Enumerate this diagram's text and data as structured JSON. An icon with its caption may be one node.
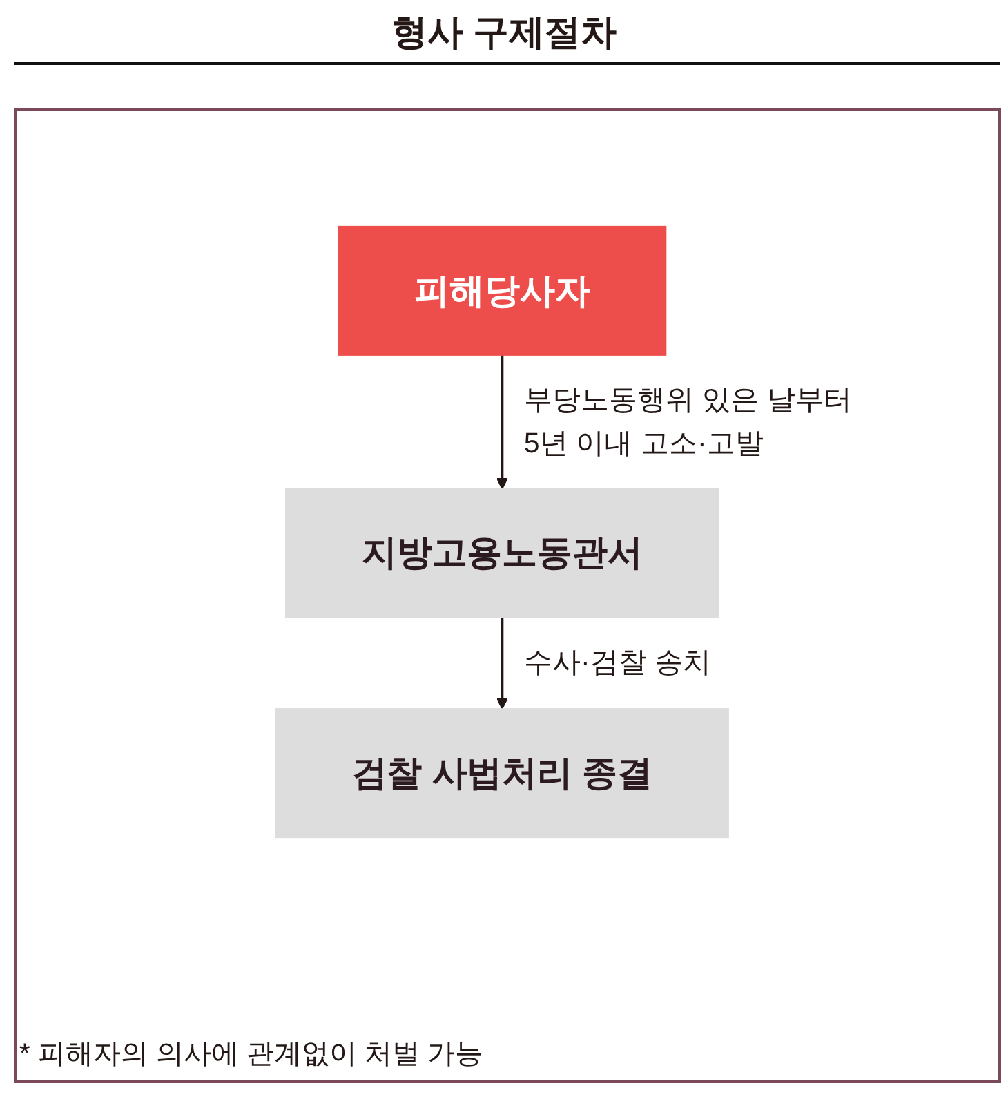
{
  "diagram": {
    "title": "형사 구제절차",
    "nodes": [
      {
        "text": [
          "피해당사자"
        ]
      },
      {
        "text": [
          "지방고용노동관서"
        ]
      },
      {
        "text": [
          "검찰 사법처리 종결"
        ]
      }
    ],
    "edges": [
      {
        "from": 0,
        "to": 1,
        "arrow": "to",
        "label": "부당노동행위 있은 날부터 5년 이내 고소·고발"
      },
      {
        "from": 1,
        "to": 2,
        "arrow": "to",
        "label": "수사·검찰 송치"
      }
    ],
    "labels": [
      "* 피해자의 의사에 관계없이 처벌 가능"
    ]
  }
}
